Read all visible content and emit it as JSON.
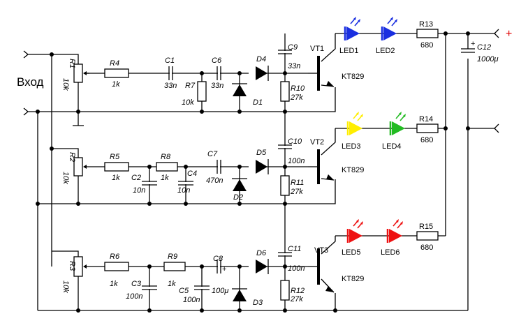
{
  "input_label": "Вход",
  "colors": {
    "blue": "#1a2fe0",
    "yellow": "#ffee00",
    "green": "#22bb22",
    "red": "#ee1111",
    "plus": "#e00000"
  },
  "supply": {
    "plus": "+",
    "cap_name": "C12",
    "cap_plus": "+",
    "cap_value": "1000μ"
  },
  "channels": [
    {
      "pot": {
        "name": "R1",
        "value": "10k"
      },
      "r_in": {
        "name": "R4",
        "value": "1k"
      },
      "c1": {
        "name": "C1",
        "value": "33n"
      },
      "c2": {
        "name": "C6",
        "value": "33n"
      },
      "r_shunt": {
        "name": "R7",
        "value": "10k"
      },
      "d_series": "D4",
      "d_shunt": "D1",
      "c_be": {
        "name": "C9",
        "value": "33n"
      },
      "r_be": {
        "name": "R10",
        "value": "27k"
      },
      "transistor": {
        "name": "VT1",
        "type": "KT829"
      },
      "leds": [
        {
          "name": "LED1",
          "color": "blue"
        },
        {
          "name": "LED2",
          "color": "blue"
        }
      ],
      "r_led": {
        "name": "R13",
        "value": "680"
      }
    },
    {
      "pot": {
        "name": "R2",
        "value": "10k"
      },
      "r_a": {
        "name": "R5",
        "value": "1k"
      },
      "c_a": {
        "name": "C2",
        "value": "10n"
      },
      "r_b": {
        "name": "R8",
        "value": "1k"
      },
      "c_b": {
        "name": "C4",
        "value": "10n"
      },
      "c_series": {
        "name": "C7",
        "value": "470n"
      },
      "d_series": "D5",
      "d_shunt": "D2",
      "c_be": {
        "name": "C10",
        "value": "100n"
      },
      "r_be": {
        "name": "R11",
        "value": "27k"
      },
      "transistor": {
        "name": "VT2",
        "type": "KT829"
      },
      "leds": [
        {
          "name": "LED3",
          "color": "yellow"
        },
        {
          "name": "LED4",
          "color": "green"
        }
      ],
      "r_led": {
        "name": "R14",
        "value": "680"
      }
    },
    {
      "pot": {
        "name": "R3",
        "value": "10k"
      },
      "r_a": {
        "name": "R6",
        "value": "1k"
      },
      "c_a": {
        "name": "C3",
        "value": "100n"
      },
      "r_b": {
        "name": "R9",
        "value": "1k"
      },
      "c_b": {
        "name": "C5",
        "value": "100n"
      },
      "c_series": {
        "name": "C8",
        "value": "100μ",
        "plus": "+"
      },
      "d_series": "D6",
      "d_shunt": "D3",
      "c_be": {
        "name": "C11",
        "value": "100n"
      },
      "r_be": {
        "name": "R12",
        "value": "27k"
      },
      "transistor": {
        "name": "VT3",
        "type": "KT829"
      },
      "leds": [
        {
          "name": "LED5",
          "color": "red"
        },
        {
          "name": "LED6",
          "color": "red"
        }
      ],
      "r_led": {
        "name": "R15",
        "value": "680"
      }
    }
  ]
}
